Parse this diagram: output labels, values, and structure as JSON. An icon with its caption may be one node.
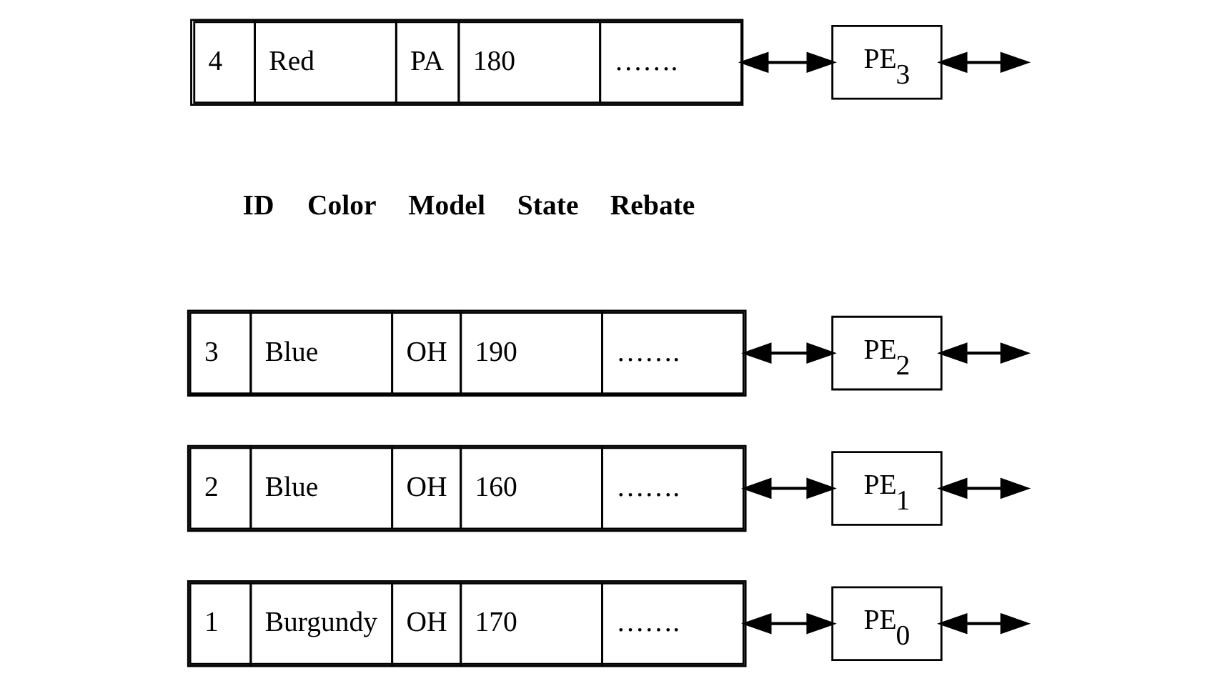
{
  "diagram": {
    "nodes": [
      {
        "text": [
          "1",
          "Burgundy",
          "OH",
          "170",
          "……."
        ]
      },
      {
        "text": [
          "PE$_{0}$"
        ]
      },
      {
        "text": [
          "2",
          "Blue",
          "OH",
          "160",
          "……."
        ]
      },
      {
        "text": [
          "PE$_{1}$"
        ]
      },
      {
        "text": [
          "3",
          "Blue",
          "OH",
          "190",
          "……."
        ]
      },
      {
        "text": [
          "PE$_{2}$"
        ]
      },
      {
        "text": [
          "4",
          "Red",
          "PA",
          "180",
          "……."
        ]
      },
      {
        "text": [
          "PE$_{3}$"
        ]
      }
    ],
    "edges": [
      {
        "from": 0,
        "to": 1,
        "arrow": "both"
      },
      {
        "from": 1,
        "to": null,
        "arrow": "both"
      },
      {
        "from": 2,
        "to": 3,
        "arrow": "both"
      },
      {
        "from": 3,
        "to": null,
        "arrow": "both"
      },
      {
        "from": 4,
        "to": 5,
        "arrow": "both"
      },
      {
        "from": 5,
        "to": null,
        "arrow": "both"
      },
      {
        "from": 6,
        "to": 7,
        "arrow": "both"
      },
      {
        "from": 7,
        "to": null,
        "arrow": "both"
      }
    ],
    "labels": [
      "ID",
      "Color",
      "Model",
      "State",
      "Rebate"
    ]
  }
}
